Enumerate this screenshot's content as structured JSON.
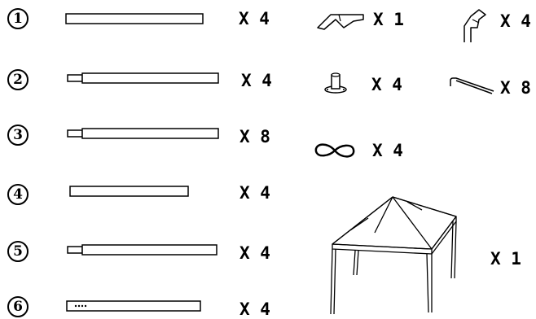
{
  "parts": [
    {
      "id": "1",
      "qty": "X 4"
    },
    {
      "id": "2",
      "qty": "X 4"
    },
    {
      "id": "3",
      "qty": "X 8"
    },
    {
      "id": "4",
      "qty": "X 4"
    },
    {
      "id": "5",
      "qty": "X 4"
    },
    {
      "id": "6",
      "qty": "X 4"
    }
  ],
  "hardware": {
    "top_connector": {
      "qty": "X 1",
      "icon": "top-connector-icon"
    },
    "corner_connector": {
      "qty": "X 4",
      "icon": "corner-connector-icon"
    },
    "foot_plate": {
      "qty": "X 4",
      "icon": "foot-plate-icon"
    },
    "stake": {
      "qty": "X 8",
      "icon": "stake-icon"
    },
    "rope_loop": {
      "qty": "X 4",
      "icon": "rope-loop-icon"
    },
    "gazebo": {
      "qty": "X 1",
      "icon": "gazebo-icon"
    }
  }
}
